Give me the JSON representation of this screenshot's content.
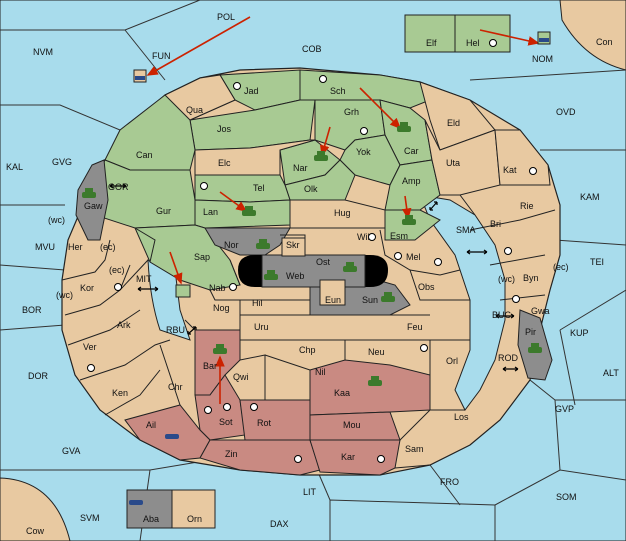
{
  "colors": {
    "sea": "#a8dcec",
    "neutral": "#e8c9a1",
    "green": "#a8ca93",
    "red": "#c98a82",
    "grey": "#8d8d8d",
    "black": "#000000",
    "arrow": "#cc2200",
    "army_green": "#3c7a2c",
    "fleet_blue": "#2a4a8a"
  },
  "sea": {
    "POL": "POL",
    "NVM": "NVM",
    "COB": "COB",
    "FUN": "FUN",
    "NOM": "NOM",
    "Con": "Con",
    "OVD": "OVD",
    "KAL": "KAL",
    "GVG": "GVG",
    "GOR": "GOR",
    "KAM": "KAM",
    "SMA": "SMA",
    "TEI": "TEI",
    "MVU": "MVU",
    "MIT": "MIT",
    "BOR": "BOR",
    "RBU": "RBU",
    "BUC": "BUC",
    "KUP": "KUP",
    "ROD": "ROD",
    "DOR": "DOR",
    "ALT": "ALT",
    "GVP": "GVP",
    "GVA": "GVA",
    "FRO": "FRO",
    "LIT": "LIT",
    "SOM": "SOM",
    "SVM": "SVM",
    "DAX": "DAX",
    "Cow": "Cow",
    "wc1": "(wc)",
    "ec1": "(ec)",
    "ec2": "(ec)",
    "wc2": "(wc)",
    "wc3": "(wc)",
    "ec3": "(ec)"
  },
  "land": {
    "Elf": "Elf",
    "Hel": "Hel",
    "Jad": "Jad",
    "Sch": "Sch",
    "Qua": "Qua",
    "Jos": "Jos",
    "Grh": "Grh",
    "Eld": "Eld",
    "Can": "Can",
    "Car": "Car",
    "Nar": "Nar",
    "Yok": "Yok",
    "Elc": "Elc",
    "Uta": "Uta",
    "Kat": "Kat",
    "Tel": "Tel",
    "Olk": "Olk",
    "Amp": "Amp",
    "Gaw": "Gaw",
    "Gur": "Gur",
    "Lan": "Lan",
    "Hug": "Hug",
    "Rie": "Rie",
    "Esm": "Esm",
    "Bri": "Bri",
    "Wil": "Wil",
    "Nor": "Nor",
    "Skr": "Skr",
    "Her": "Her",
    "Mel": "Mel",
    "Sap": "Sap",
    "Ost": "Ost",
    "Web": "Web",
    "Byn": "Byn",
    "Kor": "Kor",
    "Nab": "Nab",
    "Obs": "Obs",
    "Eun": "Eun",
    "Hil": "Hil",
    "Sun": "Sun",
    "Gwa": "Gwa",
    "Ark": "Ark",
    "Nog": "Nog",
    "Uru": "Uru",
    "Feu": "Feu",
    "Pir": "Pir",
    "Ver": "Ver",
    "Orl": "Orl",
    "Chp": "Chp",
    "Neu": "Neu",
    "Bar": "Bar",
    "Qwi": "Qwi",
    "Ken": "Ken",
    "Chr": "Chr",
    "Nil": "Nil",
    "Kaa": "Kaa",
    "Los": "Los",
    "Ail": "Ail",
    "Sot": "Sot",
    "Rot": "Rot",
    "Mou": "Mou",
    "Zin": "Zin",
    "Kar": "Kar",
    "Sam": "Sam",
    "Aba": "Aba",
    "Orn": "Orn"
  }
}
